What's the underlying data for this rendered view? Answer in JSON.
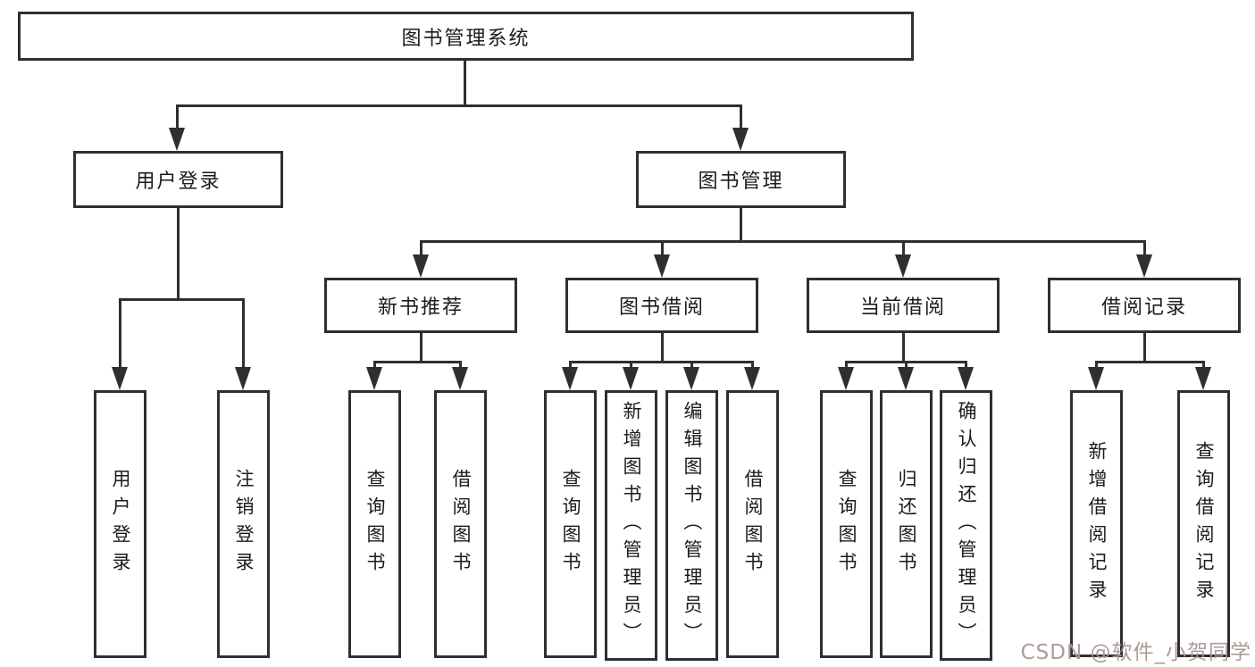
{
  "tree": {
    "root": {
      "label": "图书管理系统"
    },
    "branches": [
      {
        "label": "用户登录",
        "children": [
          {
            "label": "用户登录"
          },
          {
            "label": "注销登录"
          }
        ]
      },
      {
        "label": "图书管理",
        "children": [
          {
            "label": "新书推荐",
            "children": [
              {
                "label": "查询图书"
              },
              {
                "label": "借阅图书"
              }
            ]
          },
          {
            "label": "图书借阅",
            "children": [
              {
                "label": "查询图书"
              },
              {
                "label": "新增图书（管理员）"
              },
              {
                "label": "编辑图书（管理员）"
              },
              {
                "label": "借阅图书"
              }
            ]
          },
          {
            "label": "当前借阅",
            "children": [
              {
                "label": "查询图书"
              },
              {
                "label": "归还图书"
              },
              {
                "label": "确认归还（管理员）"
              }
            ]
          },
          {
            "label": "借阅记录",
            "children": [
              {
                "label": "新增借阅记录"
              },
              {
                "label": "查询借阅记录"
              }
            ]
          }
        ]
      }
    ]
  },
  "watermark": {
    "text": "CSDN @软件_小贺同学"
  },
  "colors": {
    "box_border": "#2f2f2f",
    "connector_line": "#2f2f2f",
    "text": "#1b1b1b",
    "watermark": "#ab9595",
    "background": "#ffffff"
  }
}
